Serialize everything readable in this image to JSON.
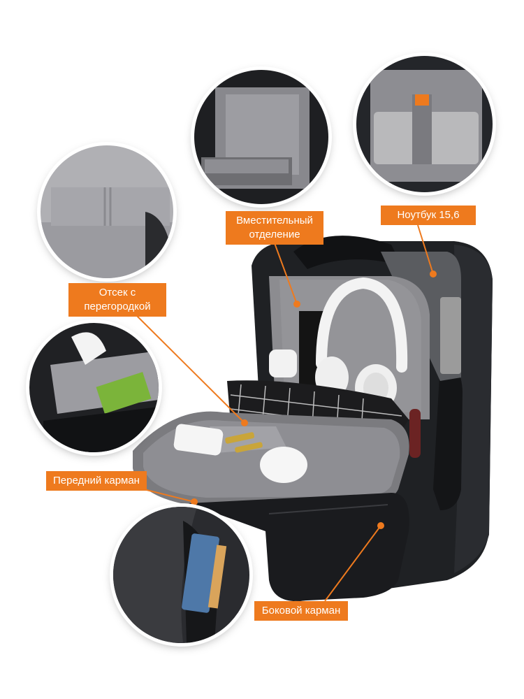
{
  "labels": {
    "main_compartment": [
      "Вместительный",
      "отделение"
    ],
    "laptop": "Ноутбук 15,6",
    "divider_compartment": [
      "Отсек с",
      "перегородкой"
    ],
    "front_pocket": "Передний карман",
    "side_pocket": "Боковой карман"
  },
  "colors": {
    "accent": "#ee7a1e",
    "bag_dark": "#1f2124",
    "lining_gray": "#8c8c90"
  },
  "photo_items": [
    "backpack",
    "headphones-icon",
    "smartphone",
    "mouse",
    "lipstick",
    "notebook",
    "scarf",
    "umbrella",
    "laptop"
  ]
}
